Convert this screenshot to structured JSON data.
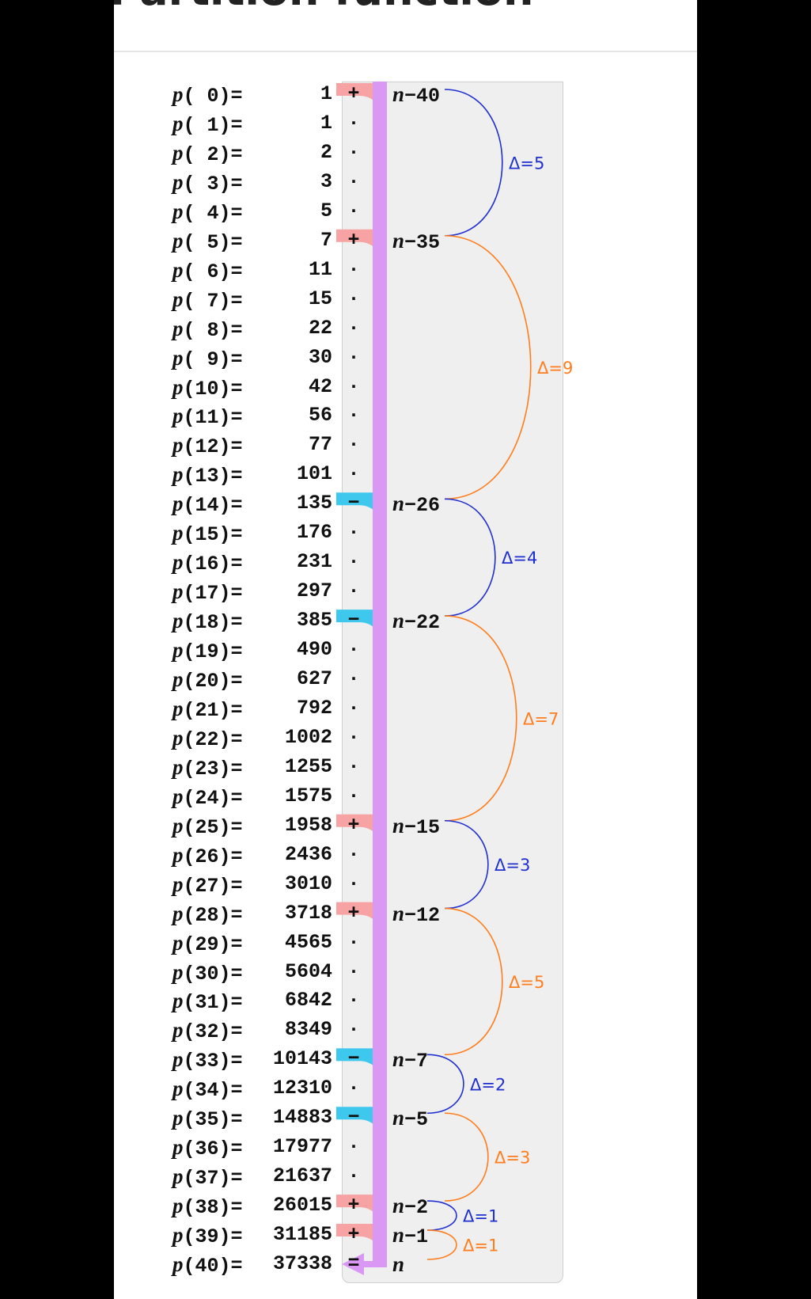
{
  "heading": "Partition function",
  "colors": {
    "plus": "#f7a3a3",
    "minus": "#3fc8ee",
    "arrow": "#d898f4",
    "arc_blue": "#2030d0",
    "arc_orange": "#ff7d1c",
    "panel": "#efefef"
  },
  "rows": [
    {
      "label": "p( 0)=",
      "value": "1",
      "symbol": "+",
      "offset": "n−40"
    },
    {
      "label": "p( 1)=",
      "value": "1",
      "symbol": "·",
      "offset": ""
    },
    {
      "label": "p( 2)=",
      "value": "2",
      "symbol": "·",
      "offset": ""
    },
    {
      "label": "p( 3)=",
      "value": "3",
      "symbol": "·",
      "offset": ""
    },
    {
      "label": "p( 4)=",
      "value": "5",
      "symbol": "·",
      "offset": ""
    },
    {
      "label": "p( 5)=",
      "value": "7",
      "symbol": "+",
      "offset": "n−35"
    },
    {
      "label": "p( 6)=",
      "value": "11",
      "symbol": "·",
      "offset": ""
    },
    {
      "label": "p( 7)=",
      "value": "15",
      "symbol": "·",
      "offset": ""
    },
    {
      "label": "p( 8)=",
      "value": "22",
      "symbol": "·",
      "offset": ""
    },
    {
      "label": "p( 9)=",
      "value": "30",
      "symbol": "·",
      "offset": ""
    },
    {
      "label": "p(10)=",
      "value": "42",
      "symbol": "·",
      "offset": ""
    },
    {
      "label": "p(11)=",
      "value": "56",
      "symbol": "·",
      "offset": ""
    },
    {
      "label": "p(12)=",
      "value": "77",
      "symbol": "·",
      "offset": ""
    },
    {
      "label": "p(13)=",
      "value": "101",
      "symbol": "·",
      "offset": ""
    },
    {
      "label": "p(14)=",
      "value": "135",
      "symbol": "−",
      "offset": "n−26"
    },
    {
      "label": "p(15)=",
      "value": "176",
      "symbol": "·",
      "offset": ""
    },
    {
      "label": "p(16)=",
      "value": "231",
      "symbol": "·",
      "offset": ""
    },
    {
      "label": "p(17)=",
      "value": "297",
      "symbol": "·",
      "offset": ""
    },
    {
      "label": "p(18)=",
      "value": "385",
      "symbol": "−",
      "offset": "n−22"
    },
    {
      "label": "p(19)=",
      "value": "490",
      "symbol": "·",
      "offset": ""
    },
    {
      "label": "p(20)=",
      "value": "627",
      "symbol": "·",
      "offset": ""
    },
    {
      "label": "p(21)=",
      "value": "792",
      "symbol": "·",
      "offset": ""
    },
    {
      "label": "p(22)=",
      "value": "1002",
      "symbol": "·",
      "offset": ""
    },
    {
      "label": "p(23)=",
      "value": "1255",
      "symbol": "·",
      "offset": ""
    },
    {
      "label": "p(24)=",
      "value": "1575",
      "symbol": "·",
      "offset": ""
    },
    {
      "label": "p(25)=",
      "value": "1958",
      "symbol": "+",
      "offset": "n−15"
    },
    {
      "label": "p(26)=",
      "value": "2436",
      "symbol": "·",
      "offset": ""
    },
    {
      "label": "p(27)=",
      "value": "3010",
      "symbol": "·",
      "offset": ""
    },
    {
      "label": "p(28)=",
      "value": "3718",
      "symbol": "+",
      "offset": "n−12"
    },
    {
      "label": "p(29)=",
      "value": "4565",
      "symbol": "·",
      "offset": ""
    },
    {
      "label": "p(30)=",
      "value": "5604",
      "symbol": "·",
      "offset": ""
    },
    {
      "label": "p(31)=",
      "value": "6842",
      "symbol": "·",
      "offset": ""
    },
    {
      "label": "p(32)=",
      "value": "8349",
      "symbol": "·",
      "offset": ""
    },
    {
      "label": "p(33)=",
      "value": "10143",
      "symbol": "−",
      "offset": "n−7"
    },
    {
      "label": "p(34)=",
      "value": "12310",
      "symbol": "·",
      "offset": ""
    },
    {
      "label": "p(35)=",
      "value": "14883",
      "symbol": "−",
      "offset": "n−5"
    },
    {
      "label": "p(36)=",
      "value": "17977",
      "symbol": "·",
      "offset": ""
    },
    {
      "label": "p(37)=",
      "value": "21637",
      "symbol": "·",
      "offset": ""
    },
    {
      "label": "p(38)=",
      "value": "26015",
      "symbol": "+",
      "offset": "n−2"
    },
    {
      "label": "p(39)=",
      "value": "31185",
      "symbol": "+",
      "offset": "n−1"
    },
    {
      "label": "p(40)=",
      "value": "37338",
      "symbol": "=",
      "offset": "n"
    }
  ],
  "deltas": [
    {
      "from": 0,
      "to": 5,
      "label": "Δ=5",
      "color": "blue"
    },
    {
      "from": 5,
      "to": 14,
      "label": "Δ=9",
      "color": "orange"
    },
    {
      "from": 14,
      "to": 18,
      "label": "Δ=4",
      "color": "blue"
    },
    {
      "from": 18,
      "to": 25,
      "label": "Δ=7",
      "color": "orange"
    },
    {
      "from": 25,
      "to": 28,
      "label": "Δ=3",
      "color": "blue"
    },
    {
      "from": 28,
      "to": 33,
      "label": "Δ=5",
      "color": "orange"
    },
    {
      "from": 33,
      "to": 35,
      "label": "Δ=2",
      "color": "blue"
    },
    {
      "from": 35,
      "to": 38,
      "label": "Δ=3",
      "color": "orange"
    },
    {
      "from": 38,
      "to": 39,
      "label": "Δ=1",
      "color": "blue"
    },
    {
      "from": 39,
      "to": 40,
      "label": "Δ=1",
      "color": "orange"
    }
  ]
}
